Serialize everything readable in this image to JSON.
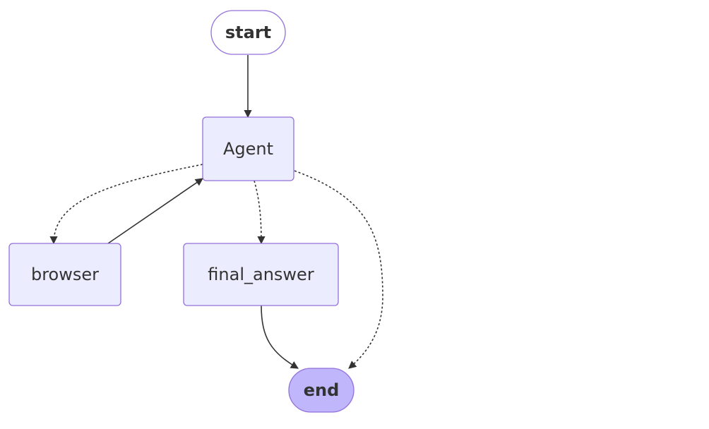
{
  "nodes": {
    "start": "start",
    "agent": "Agent",
    "browser": "browser",
    "final_answer": "final_answer",
    "end": "end"
  },
  "edges": [
    {
      "from": "start",
      "to": "Agent",
      "style": "solid"
    },
    {
      "from": "Agent",
      "to": "browser",
      "style": "dashed"
    },
    {
      "from": "browser",
      "to": "Agent",
      "style": "solid"
    },
    {
      "from": "Agent",
      "to": "final_answer",
      "style": "dashed"
    },
    {
      "from": "Agent",
      "to": "end",
      "style": "dashed"
    },
    {
      "from": "final_answer",
      "to": "end",
      "style": "solid"
    }
  ],
  "colors": {
    "node_fill": "#ECECFF",
    "node_border": "#9370DB",
    "start_fill": "#FFFFFF",
    "end_fill": "#BFB6FC",
    "edge": "#333333",
    "text": "#333333"
  }
}
